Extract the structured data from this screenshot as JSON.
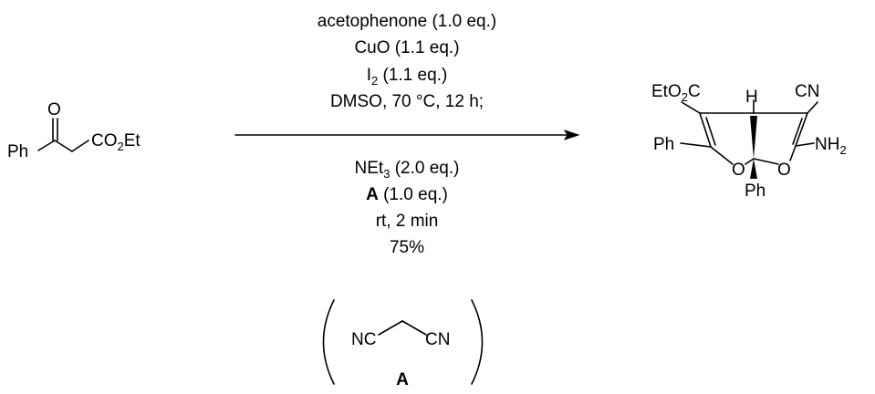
{
  "reactant": {
    "oxygen": "O",
    "phenyl": "Ph",
    "ester_co2": "CO",
    "ester_sub": "2",
    "ester_et": "Et"
  },
  "conditions_top": {
    "line1": "acetophenone (1.0 eq.)",
    "line2": "CuO (1.1 eq.)",
    "line3_main": "I",
    "line3_sub": "2",
    "line3_rest": " (1.1 eq.)",
    "line4": "DMSO, 70 °C, 12 h;"
  },
  "conditions_bottom": {
    "line1_main": "NEt",
    "line1_sub": "3",
    "line1_rest": " (2.0 eq.)",
    "line2_bold": "A",
    "line2_rest": " (1.0 eq.)",
    "line3": "rt, 2 min",
    "line4": "75%"
  },
  "product": {
    "ester_eto": "EtO",
    "ester_sub": "2",
    "ester_c": "C",
    "h": "H",
    "cn": "CN",
    "ph_left": "Ph",
    "nh": "NH",
    "nh_sub": "2",
    "o_left": "O",
    "o_right": "O",
    "ph_bottom": "Ph"
  },
  "reagent_a": {
    "nc_left": "NC",
    "cn_right": "CN",
    "label": "A"
  }
}
